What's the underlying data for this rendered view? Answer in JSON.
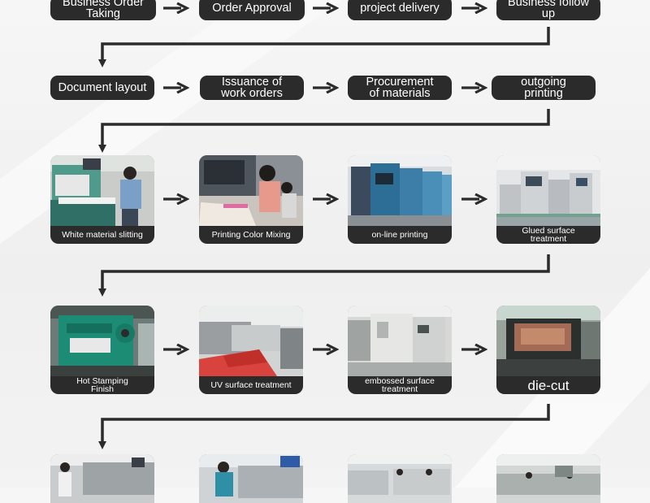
{
  "colors": {
    "box": "#2b2b2b",
    "text": "#ffffff",
    "line": "#2b2b2b",
    "background": "#f3f3f3"
  },
  "row1": [
    {
      "id": "business-order-taking",
      "label": "Business Order\nTaking"
    },
    {
      "id": "order-approval",
      "label": "Order Approval"
    },
    {
      "id": "project-delivery",
      "label": "project delivery"
    },
    {
      "id": "business-follow-up",
      "label": "Business follow up"
    }
  ],
  "row2": [
    {
      "id": "document-layout",
      "label": "Document layout"
    },
    {
      "id": "issuance-of-work-orders",
      "label": "Issuance of\nwork orders"
    },
    {
      "id": "procurement-of-materials",
      "label": "Procurement\nof materials"
    },
    {
      "id": "outgoing-printing",
      "label": "outgoing\nprinting"
    }
  ],
  "row3": [
    {
      "id": "white-material-slitting",
      "caption": "White material slitting",
      "photo": "paper-cutting-machine"
    },
    {
      "id": "printing-color-mixing",
      "caption": "Printing Color Mixing",
      "photo": "color-mixing-workers"
    },
    {
      "id": "on-line-printing",
      "caption": "on-line printing",
      "photo": "offset-press"
    },
    {
      "id": "glued-surface-treatment",
      "caption": "Glued surface\ntreatment",
      "photo": "laminating-machine"
    }
  ],
  "row4": [
    {
      "id": "hot-stamping-finish",
      "caption": "Hot Stamping\nFinish",
      "photo": "hot-stamping-machine"
    },
    {
      "id": "uv-surface-treatment",
      "caption": "UV surface treatment",
      "photo": "uv-coating-line"
    },
    {
      "id": "embossed-surface-treatment",
      "caption": "embossed surface\ntreatment",
      "photo": "embossing-machine"
    },
    {
      "id": "die-cut",
      "caption": "die-cut",
      "photo": "die-cutting-machine"
    }
  ],
  "row5": [
    {
      "id": "next-step-1",
      "photo": "worker-at-machine"
    },
    {
      "id": "next-step-2",
      "photo": "worker-at-line"
    },
    {
      "id": "next-step-3",
      "photo": "workshop-floor"
    },
    {
      "id": "next-step-4",
      "photo": "factory-hall"
    }
  ]
}
